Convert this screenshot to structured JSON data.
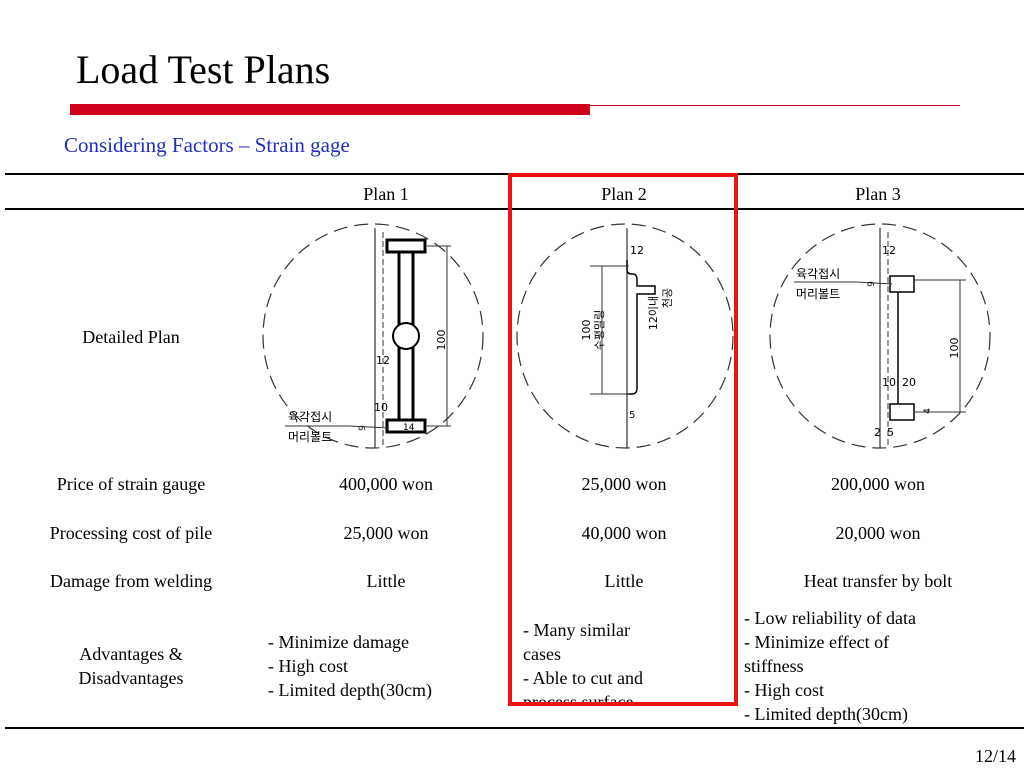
{
  "title": "Load Test Plans",
  "subtitle": "Considering Factors – Strain gage",
  "colors": {
    "accent_red": "#d0021b",
    "subtitle_blue": "#1f2ec4",
    "highlight": "#ee1111"
  },
  "table": {
    "columns": [
      "Plan 1",
      "Plan 2",
      "Plan 3"
    ],
    "rows": {
      "detailed": {
        "label": "Detailed Plan"
      },
      "price": {
        "label": "Price of strain gauge",
        "values": [
          "400,000 won",
          "25,000 won",
          "200,000 won"
        ]
      },
      "processing": {
        "label": "Processing cost of pile",
        "values": [
          "25,000 won",
          "40,000 won",
          "20,000 won"
        ]
      },
      "damage": {
        "label": "Damage from welding",
        "values": [
          "Little",
          "Little",
          "Heat transfer by bolt"
        ]
      },
      "advantages": {
        "label": "Advantages & Disadvantages",
        "plan1": [
          "- Minimize damage",
          "- High cost",
          "- Limited depth(30cm)"
        ],
        "plan2": [
          "- Many similar",
          "cases",
          "- Able to cut and",
          "process surface"
        ],
        "plan3": [
          "- Low reliability of data",
          "- Minimize effect of",
          "stiffness",
          "- High cost",
          "- Limited depth(30cm)"
        ]
      }
    }
  },
  "drawings": {
    "plan1": {
      "dim_100": "100",
      "dim_12": "12",
      "dim_10": "10",
      "dim_9": "9",
      "dim_14": "14",
      "label_hex": "육각접시",
      "label_bolt": "머리볼트"
    },
    "plan2": {
      "dim_12": "12",
      "dim_100": "100",
      "label_polish": "수평밀링",
      "dim_12_below": "12이내",
      "label_cut": "천공",
      "dim_5": "5"
    },
    "plan3": {
      "dim_12": "12",
      "label_hex": "육각접시",
      "label_bolt": "머리볼트",
      "dim_9": "9",
      "dim_100": "100",
      "dim_10": "10",
      "dim_20": "20",
      "dim_4": "4",
      "dim_2": "2",
      "dim_5": "5"
    }
  },
  "page_number": "12/14"
}
